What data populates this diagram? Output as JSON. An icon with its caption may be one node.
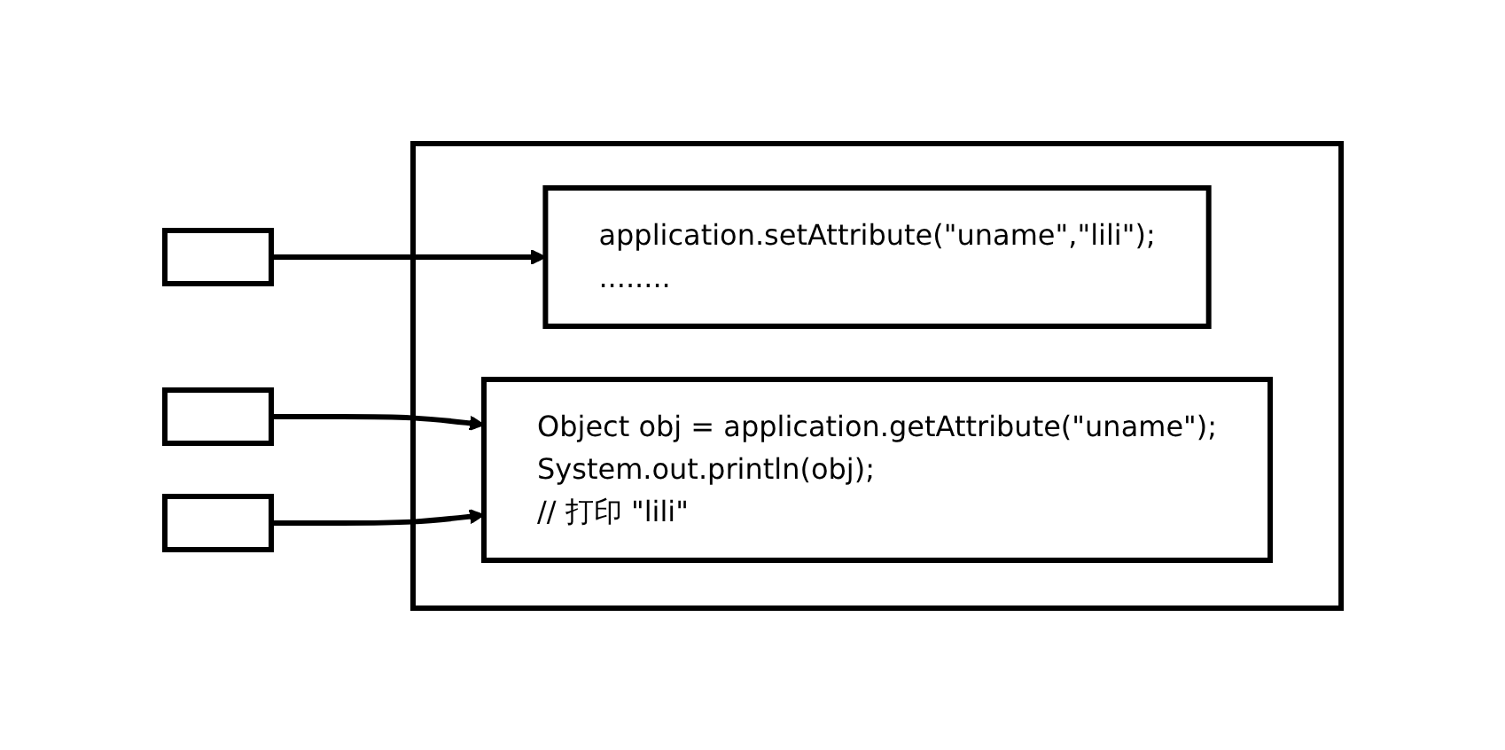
{
  "diagram": {
    "nodes": [
      {
        "text": [],
        "shape": "box"
      },
      {
        "text": [],
        "shape": "box"
      },
      {
        "text": [],
        "shape": "box"
      },
      {
        "text": [],
        "shape": "box"
      },
      {
        "text": [
          "application.setAttribute(\"uname\",\"lili\");",
          "........"
        ],
        "in": 3
      },
      {
        "text": [
          "Object obj = application.getAttribute(\"uname\");",
          "System.out.println(obj);",
          "// 打印 \"lili\""
        ],
        "in": 3
      }
    ],
    "edges": [
      {
        "from": 0,
        "to": 4,
        "arrow": "to"
      },
      {
        "from": 1,
        "to": 5,
        "arrow": "to"
      },
      {
        "from": 2,
        "to": 5,
        "arrow": "to"
      }
    ]
  }
}
